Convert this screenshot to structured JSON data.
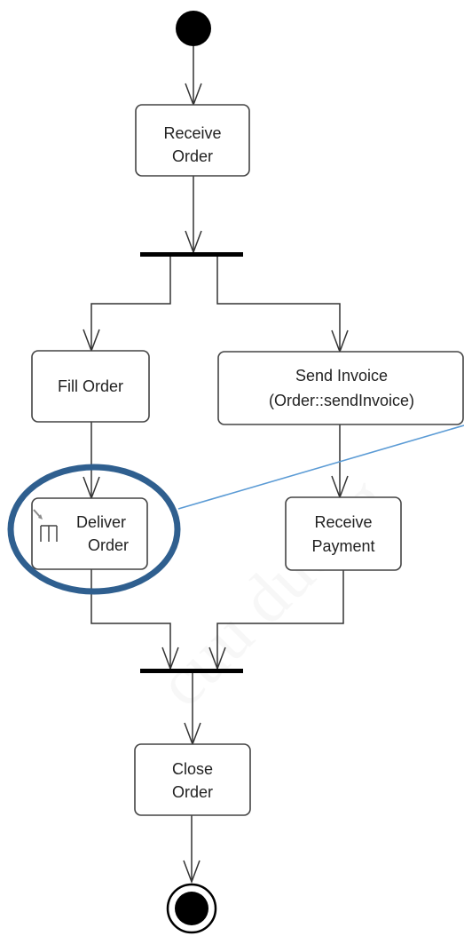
{
  "diagram": {
    "nodes": {
      "receive_order": [
        "Receive",
        "Order"
      ],
      "fill_order": [
        "Fill Order"
      ],
      "send_invoice": [
        "Send Invoice",
        "(Order::sendInvoice)"
      ],
      "deliver_order": [
        "Deliver",
        "Order"
      ],
      "receive_payment": [
        "Receive",
        "Payment"
      ],
      "close_order": [
        "Close",
        "Order"
      ]
    },
    "watermark": "cuu duong"
  },
  "colors": {
    "highlight": "#2f5f8f",
    "callout_line": "#5b9bd5",
    "ink": "#333333"
  }
}
